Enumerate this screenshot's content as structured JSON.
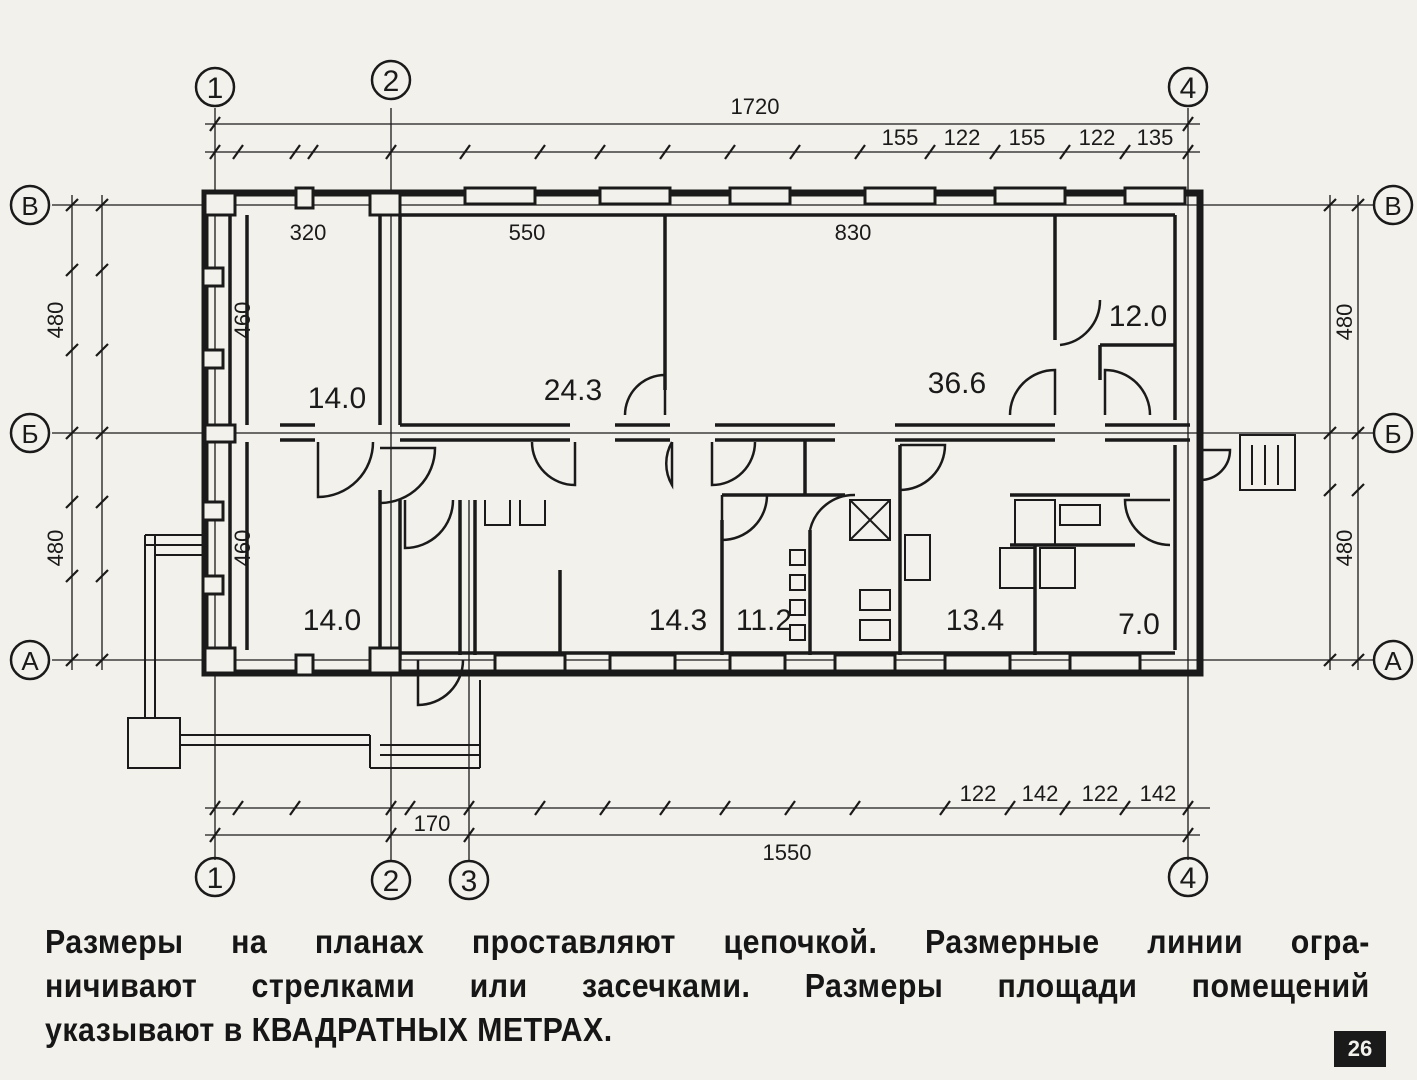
{
  "axes": {
    "top": [
      "1",
      "2",
      "4"
    ],
    "bottom": [
      "1",
      "2",
      "3",
      "4"
    ],
    "left": [
      "В",
      "Б",
      "А"
    ],
    "right": [
      "В",
      "Б",
      "А"
    ]
  },
  "dimensions": {
    "top_total": "1720",
    "top_chain": [
      "155",
      "122",
      "155",
      "122",
      "135"
    ],
    "bottom_total": "1550",
    "bottom_chain": [
      "122",
      "142",
      "122",
      "142"
    ],
    "bottom_170": "170",
    "inner_320": "320",
    "inner_550": "550",
    "inner_830": "830",
    "left_480_top": "480",
    "left_480_bottom": "480",
    "left_460_top": "460",
    "left_460_bottom": "460",
    "right_480_top": "480",
    "right_480_bottom": "480"
  },
  "rooms": [
    {
      "area": "14.0"
    },
    {
      "area": "24.3"
    },
    {
      "area": "36.6"
    },
    {
      "area": "12.0"
    },
    {
      "area": "14.0"
    },
    {
      "area": "14.3"
    },
    {
      "area": "11.2"
    },
    {
      "area": "13.4"
    },
    {
      "area": "7.0"
    }
  ],
  "caption": {
    "line1": "Размеры на планах проставляют цепочкой. Размерные линии огра-",
    "line2": "ничивают стрелками или засечками. Размеры площади помещений",
    "line3": "указывают в КВАДРАТНЫХ МЕТРАХ."
  },
  "page_number": "26",
  "colors": {
    "ink": "#1a1a1a",
    "paper": "#f3f1ec"
  }
}
